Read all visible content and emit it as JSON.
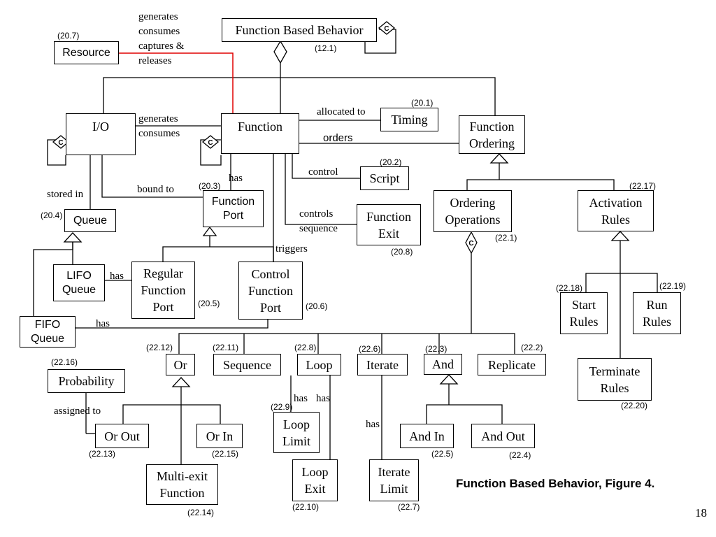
{
  "diagram": {
    "caption": "Function Based Behavior, Figure 4.",
    "page_number": "18",
    "accent_color": "#e00000",
    "nodes": {
      "function_based_behavior": {
        "label": "Function Based Behavior",
        "ref": "(12.1)"
      },
      "resource": {
        "label": "Resource",
        "ref": "(20.7)"
      },
      "io": {
        "label": "I/O"
      },
      "function": {
        "label": "Function"
      },
      "timing": {
        "label": "Timing",
        "ref": "(20.1)"
      },
      "function_ordering": {
        "label": "Function\nOrdering"
      },
      "script": {
        "label": "Script",
        "ref": "(20.2)"
      },
      "function_port": {
        "label": "Function\nPort",
        "ref": "(20.3)"
      },
      "queue": {
        "label": "Queue",
        "ref": "(20.4)"
      },
      "function_exit": {
        "label": "Function\nExit",
        "ref": "(20.8)"
      },
      "ordering_operations": {
        "label": "Ordering\nOperations",
        "ref": "(22.1)"
      },
      "activation_rules": {
        "label": "Activation\nRules",
        "ref": "(22.17)"
      },
      "lifo_queue": {
        "label": "LIFO\nQueue"
      },
      "regular_function_port": {
        "label": "Regular\nFunction\nPort",
        "ref": "(20.5)"
      },
      "control_function_port": {
        "label": "Control\nFunction\nPort",
        "ref": "(20.6)"
      },
      "fifo_queue": {
        "label": "FIFO\nQueue"
      },
      "start_rules": {
        "label": "Start\nRules",
        "ref": "(22.18)"
      },
      "run_rules": {
        "label": "Run\nRules",
        "ref": "(22.19)"
      },
      "or": {
        "label": "Or",
        "ref": "(22.12)"
      },
      "sequence": {
        "label": "Sequence",
        "ref": "(22.11)"
      },
      "loop": {
        "label": "Loop",
        "ref": "(22.8)"
      },
      "iterate": {
        "label": "Iterate",
        "ref": "(22.6)"
      },
      "and": {
        "label": "And",
        "ref": "(22.3)"
      },
      "replicate": {
        "label": "Replicate",
        "ref": "(22.2)"
      },
      "probability": {
        "label": "Probability",
        "ref": "(22.16)"
      },
      "terminate_rules": {
        "label": "Terminate\nRules",
        "ref": "(22.20)"
      },
      "or_out": {
        "label": "Or Out",
        "ref": "(22.13)"
      },
      "or_in": {
        "label": "Or In",
        "ref": "(22.15)"
      },
      "loop_limit": {
        "label": "Loop\nLimit",
        "ref": "(22.9)"
      },
      "and_in": {
        "label": "And In",
        "ref": "(22.5)"
      },
      "and_out": {
        "label": "And Out",
        "ref": "(22.4)"
      },
      "loop_exit": {
        "label": "Loop\nExit",
        "ref": "(22.10)"
      },
      "iterate_limit": {
        "label": "Iterate\nLimit",
        "ref": "(22.7)"
      },
      "multi_exit_function": {
        "label": "Multi-exit\nFunction",
        "ref": "(22.14)"
      }
    },
    "edge_labels": {
      "resource_relation": "generates\nconsumes\ncaptures &\nreleases",
      "io_function": "generates\nconsumes",
      "allocated_to": "allocated to",
      "orders": "orders",
      "control": "control",
      "has_port": "has",
      "stored_in": "stored in",
      "bound_to": "bound to",
      "controls_sequence": "controls\nsequence",
      "triggers": "triggers",
      "lifo_has": "has",
      "fifo_has": "has",
      "loop_has_limit": "has",
      "loop_has_exit": "has",
      "iterate_has": "has",
      "assigned_to": "assigned to"
    },
    "markers": {
      "cardinality_symbol": "C"
    }
  }
}
